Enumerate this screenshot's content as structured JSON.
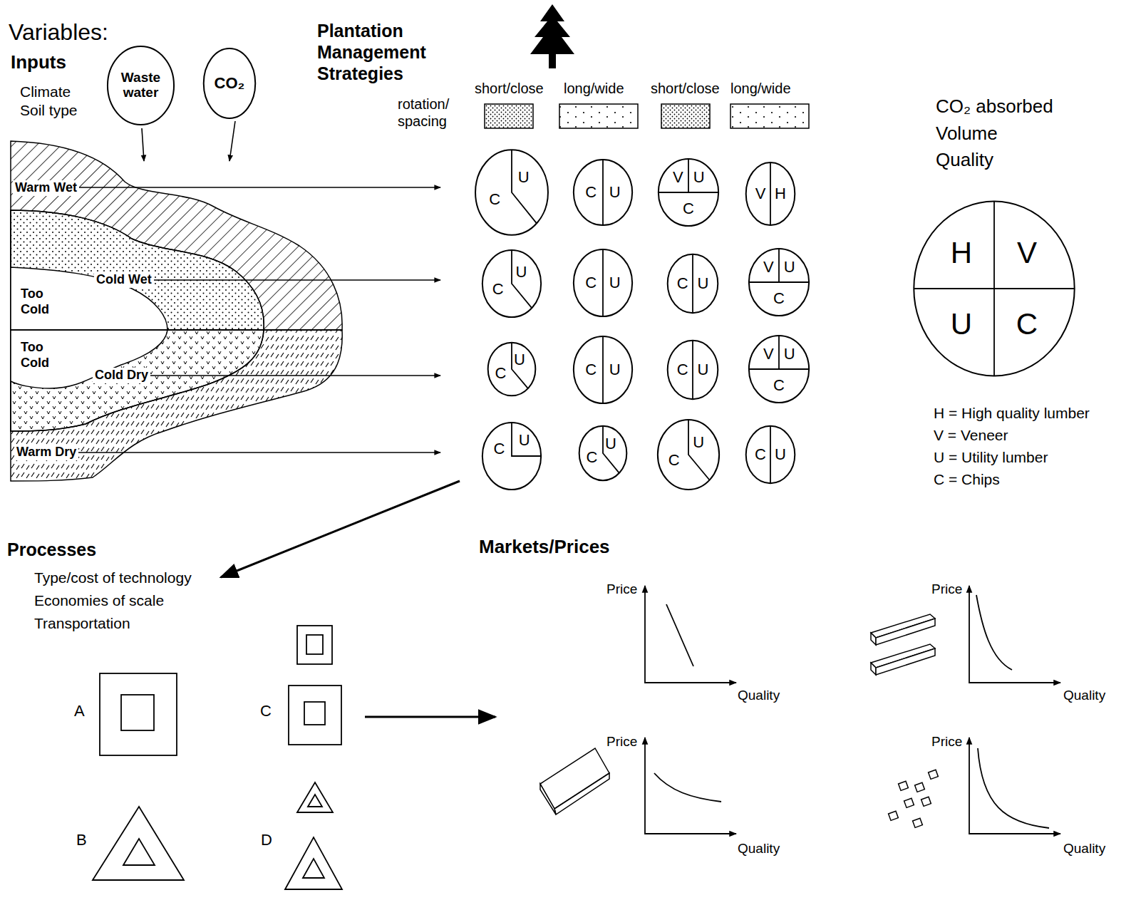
{
  "diagram": {
    "nodes": [
      {
        "text": [
          "Waste water"
        ]
      },
      {
        "text": [
          "CO₂"
        ]
      },
      {
        "text": [
          "C",
          "U"
        ]
      },
      {
        "text": [
          "C",
          "U"
        ]
      },
      {
        "text": [
          "V",
          "U",
          "C"
        ]
      },
      {
        "text": [
          "V",
          "H"
        ]
      },
      {
        "text": [
          "C",
          "U"
        ]
      },
      {
        "text": [
          "C",
          "U"
        ]
      },
      {
        "text": [
          "C",
          "U"
        ]
      },
      {
        "text": [
          "V",
          "U",
          "C"
        ]
      },
      {
        "text": [
          "C",
          "U"
        ]
      },
      {
        "text": [
          "C",
          "U"
        ]
      },
      {
        "text": [
          "C",
          "U"
        ]
      },
      {
        "text": [
          "V",
          "U",
          "C"
        ]
      },
      {
        "text": [
          "C",
          "U"
        ]
      },
      {
        "text": [
          "C",
          "U"
        ]
      },
      {
        "text": [
          "C",
          "U"
        ]
      },
      {
        "text": [
          "C",
          "U"
        ]
      },
      {
        "text": [
          "H",
          "V",
          "U",
          "C"
        ]
      }
    ],
    "labels": [
      "Variables:",
      "Inputs",
      "Climate",
      "Soil type",
      "Plantation Management Strategies",
      "rotation/ spacing",
      "short/close",
      "long/wide",
      "short/close",
      "long/wide",
      "Warm Wet",
      "Cold Wet",
      "Too Cold",
      "Too Cold",
      "Cold Dry",
      "Warm Dry",
      "CO₂ absorbed",
      "Volume",
      "Quality",
      "H = High quality lumber",
      "V = Veneer",
      "U = Utility lumber",
      "C = Chips",
      "Processes",
      "Type/cost of technology",
      "Economies of scale",
      "Transportation",
      "A",
      "B",
      "C",
      "D",
      "Markets/Prices",
      "Price",
      "Quality",
      "Price",
      "Quality",
      "Price",
      "Quality",
      "Price",
      "Quality"
    ]
  }
}
